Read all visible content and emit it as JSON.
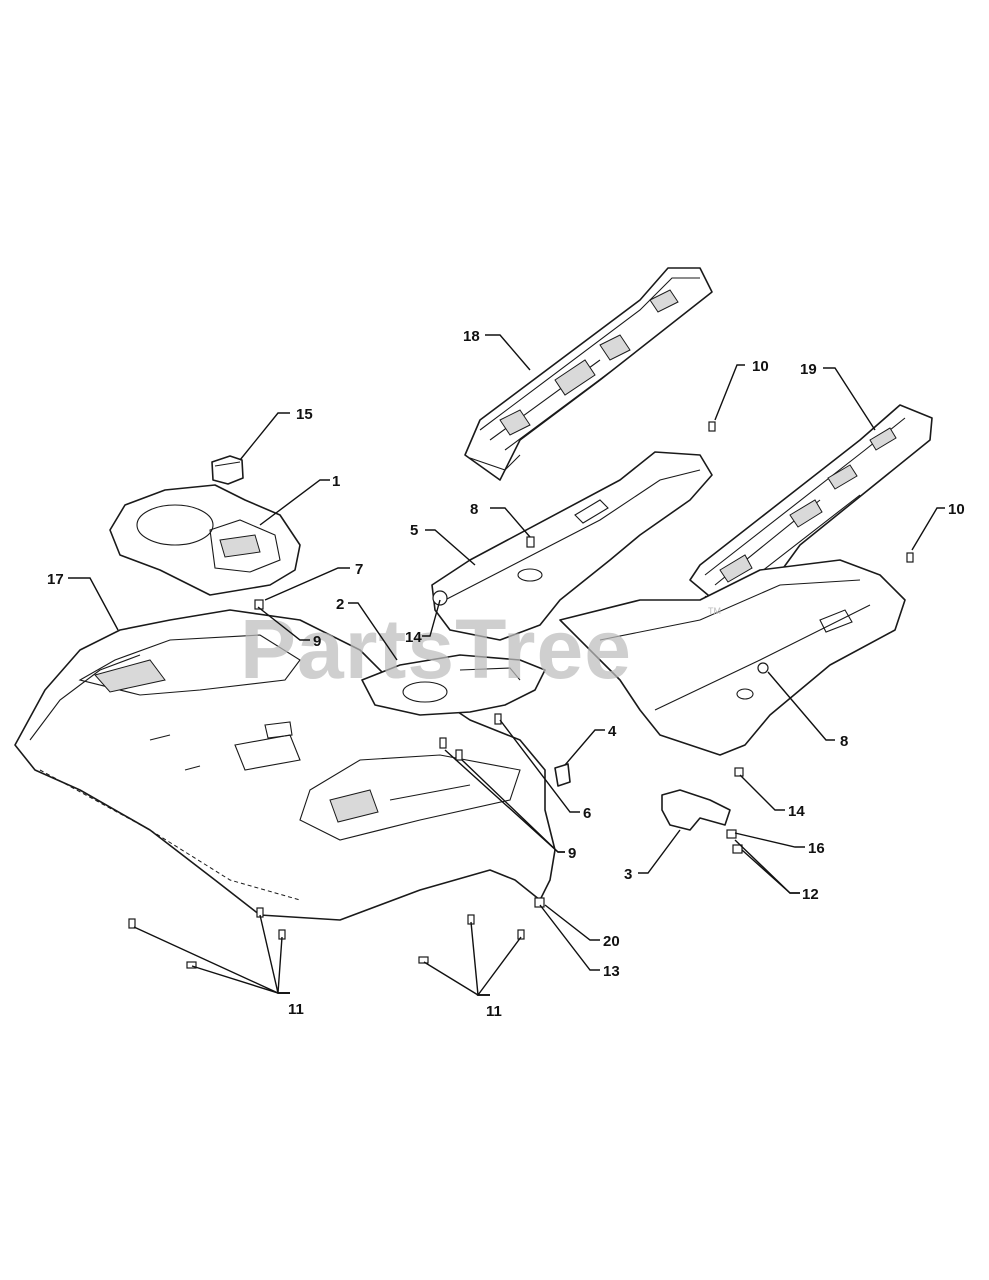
{
  "watermark": {
    "text": "PartsTree",
    "trademark": "TM"
  },
  "callouts": [
    {
      "id": "c18",
      "label": "18"
    },
    {
      "id": "c10a",
      "label": "10"
    },
    {
      "id": "c19",
      "label": "19"
    },
    {
      "id": "c15",
      "label": "15"
    },
    {
      "id": "c1",
      "label": "1"
    },
    {
      "id": "c8a",
      "label": "8"
    },
    {
      "id": "c5",
      "label": "5"
    },
    {
      "id": "c10b",
      "label": "10"
    },
    {
      "id": "c17",
      "label": "17"
    },
    {
      "id": "c7",
      "label": "7"
    },
    {
      "id": "c2",
      "label": "2"
    },
    {
      "id": "c9a",
      "label": "9"
    },
    {
      "id": "c14a",
      "label": "14"
    },
    {
      "id": "c4",
      "label": "4"
    },
    {
      "id": "c8b",
      "label": "8"
    },
    {
      "id": "c6",
      "label": "6"
    },
    {
      "id": "c14b",
      "label": "14"
    },
    {
      "id": "c16",
      "label": "16"
    },
    {
      "id": "c9b",
      "label": "9"
    },
    {
      "id": "c3",
      "label": "3"
    },
    {
      "id": "c12",
      "label": "12"
    },
    {
      "id": "c20",
      "label": "20"
    },
    {
      "id": "c13",
      "label": "13"
    },
    {
      "id": "c11a",
      "label": "11"
    },
    {
      "id": "c11b",
      "label": "11"
    }
  ],
  "colors": {
    "line": "#1a1a1a",
    "watermark": "#bdbdbd",
    "background": "#ffffff"
  }
}
